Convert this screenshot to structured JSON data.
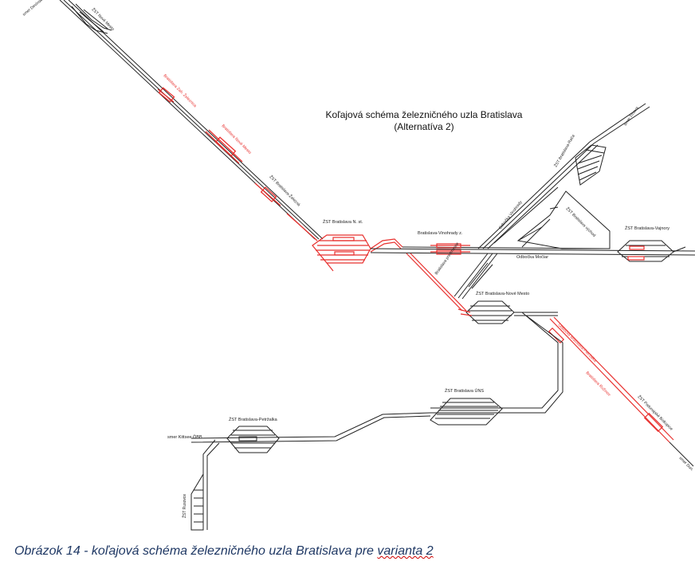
{
  "title": {
    "line1": "Koľajová schéma železničného uzla Bratislava",
    "line2": "(Alternatíva 2)"
  },
  "caption": {
    "prefix": "Obrázok 14 - koľajová schéma železničného uzla Bratislava pre ",
    "underlined": "varianta 2"
  },
  "labels": {
    "zst_nove_mesto_top": "ŽST Nové Mesto",
    "bratislava_zah": "Bratislava Zah. Železnica",
    "bratislava_nm": "Bratislava Nové Mesto",
    "bratislava_zelez": "ŽST Bratislava-Železná",
    "zst_hl_st": "ŽST Bratislava N. st.",
    "bratislava_vinohrady_z": "Bratislava-Vinohrady z.",
    "odbocka_vinohrady": "Odbočka Vinohrady",
    "odbocka_mocar": "Odbočka Močiar",
    "zst_vychod": "ŽST Bratislava východ",
    "zst_vajnory": "ŽST Bratislava-Vajnory",
    "zst_racaa": "ŽST Bratislava-Rača",
    "smer_trnava": "smer Trnava",
    "zst_nove_mesto": "ŽST Bratislava-Nové Mesto",
    "bratislava_predmestie": "Bratislava predmestie",
    "odbocka_petrzalka": "Odbočka Bratislava-Petržalka",
    "bratislava_ruz": "Bratislava Ružinov",
    "zst_podunajske": "ŽST Podunajské Biskupice",
    "smer_dunajska": "smer Dun.",
    "zst_uns": "ŽST Bratislava ÚNS",
    "zst_petrzalka": "ŽST Bratislava-Petržalka",
    "smer_kittsee": "smer Kittsee ÖBB",
    "zst_rusovce": "ŽST Rusovce",
    "smer_devinska": "smer Devínska"
  },
  "colors": {
    "track": "#222222",
    "highlight": "#e8302e",
    "caption": "#1f3864"
  }
}
